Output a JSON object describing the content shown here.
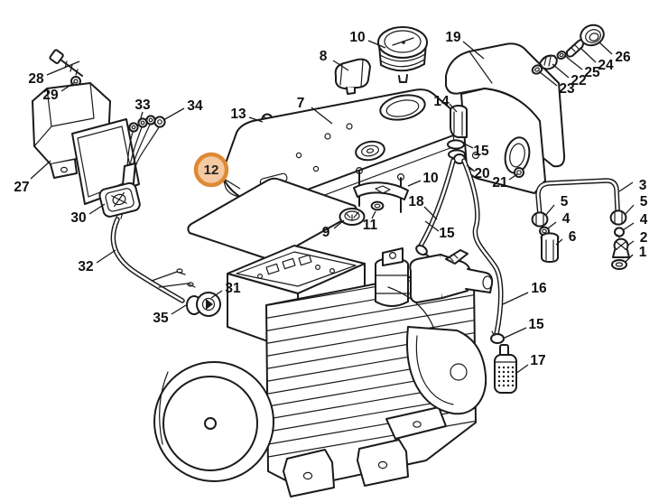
{
  "diagram": {
    "type": "exploded-parts-diagram",
    "description": "Exploded line-art parts diagram of an electric motor / pump unit with numbered callouts; callout 12 is highlighted with an orange circle",
    "highlighted_callout": "12",
    "colors": {
      "line": "#1a1a1a",
      "background": "#ffffff",
      "highlight_ring": "#de8a35",
      "highlight_fill": "#f5c9a2"
    },
    "callouts": [
      {
        "number": "28"
      },
      {
        "number": "29"
      },
      {
        "number": "33"
      },
      {
        "number": "34"
      },
      {
        "number": "27"
      },
      {
        "number": "30"
      },
      {
        "number": "32"
      },
      {
        "number": "35"
      },
      {
        "number": "31"
      },
      {
        "number": "13"
      },
      {
        "number": "7"
      },
      {
        "number": "8"
      },
      {
        "number": "10"
      },
      {
        "number": "12",
        "highlighted": true
      },
      {
        "number": "9"
      },
      {
        "number": "11"
      },
      {
        "number": "10"
      },
      {
        "number": "18"
      },
      {
        "number": "15"
      },
      {
        "number": "14"
      },
      {
        "number": "15"
      },
      {
        "number": "20"
      },
      {
        "number": "21"
      },
      {
        "number": "19"
      },
      {
        "number": "26"
      },
      {
        "number": "24"
      },
      {
        "number": "25"
      },
      {
        "number": "22"
      },
      {
        "number": "23"
      },
      {
        "number": "3"
      },
      {
        "number": "5"
      },
      {
        "number": "4"
      },
      {
        "number": "2"
      },
      {
        "number": "1"
      },
      {
        "number": "5"
      },
      {
        "number": "4"
      },
      {
        "number": "6"
      },
      {
        "number": "16"
      },
      {
        "number": "15"
      },
      {
        "number": "17"
      }
    ]
  }
}
